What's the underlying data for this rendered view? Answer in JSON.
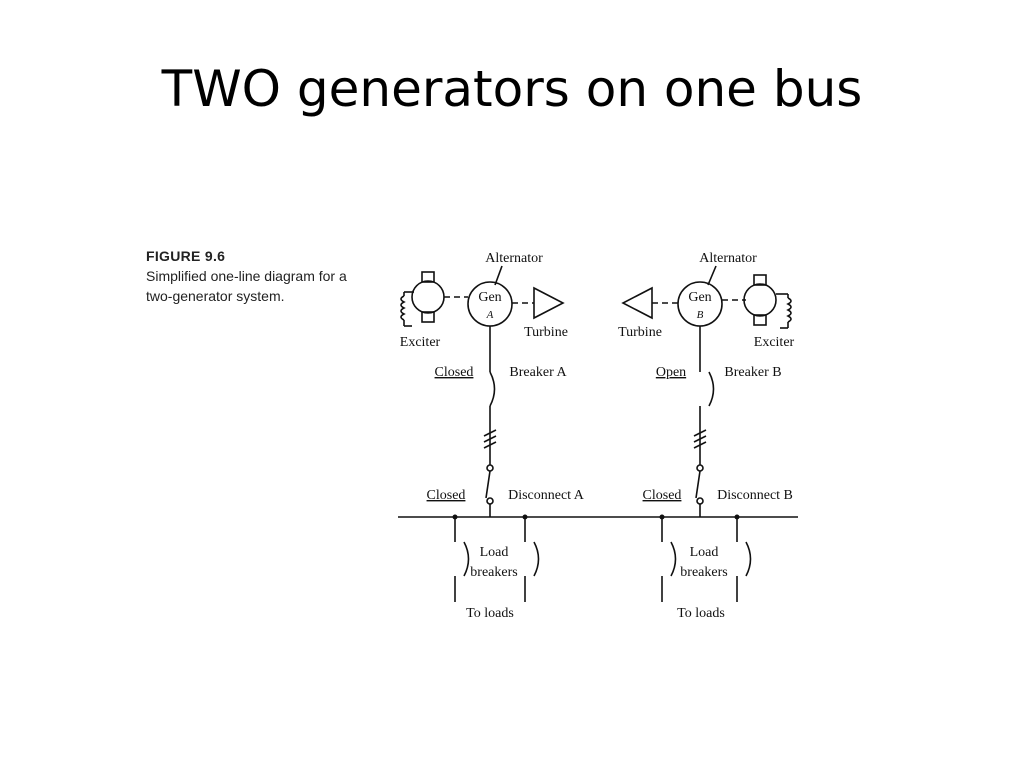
{
  "slide": {
    "title": "TWO generators on one bus"
  },
  "caption": {
    "figure": "FIGURE 9.6",
    "line1": "Simplified one-line diagram for a",
    "line2": "two-generator system."
  },
  "unit_a": {
    "alternator": "Alternator",
    "gen": "Gen",
    "gen_id": "A",
    "turbine": "Turbine",
    "exciter": "Exciter",
    "breaker_state": "Closed",
    "breaker": "Breaker A",
    "disconnect_state": "Closed",
    "disconnect": "Disconnect A"
  },
  "unit_b": {
    "alternator": "Alternator",
    "gen": "Gen",
    "gen_id": "B",
    "turbine": "Turbine",
    "exciter": "Exciter",
    "breaker_state": "Open",
    "breaker": "Breaker B",
    "disconnect_state": "Closed",
    "disconnect": "Disconnect B"
  },
  "loads_a": {
    "line1": "Load",
    "line2": "breakers",
    "to": "To loads"
  },
  "loads_b": {
    "line1": "Load",
    "line2": "breakers",
    "to": "To loads"
  }
}
